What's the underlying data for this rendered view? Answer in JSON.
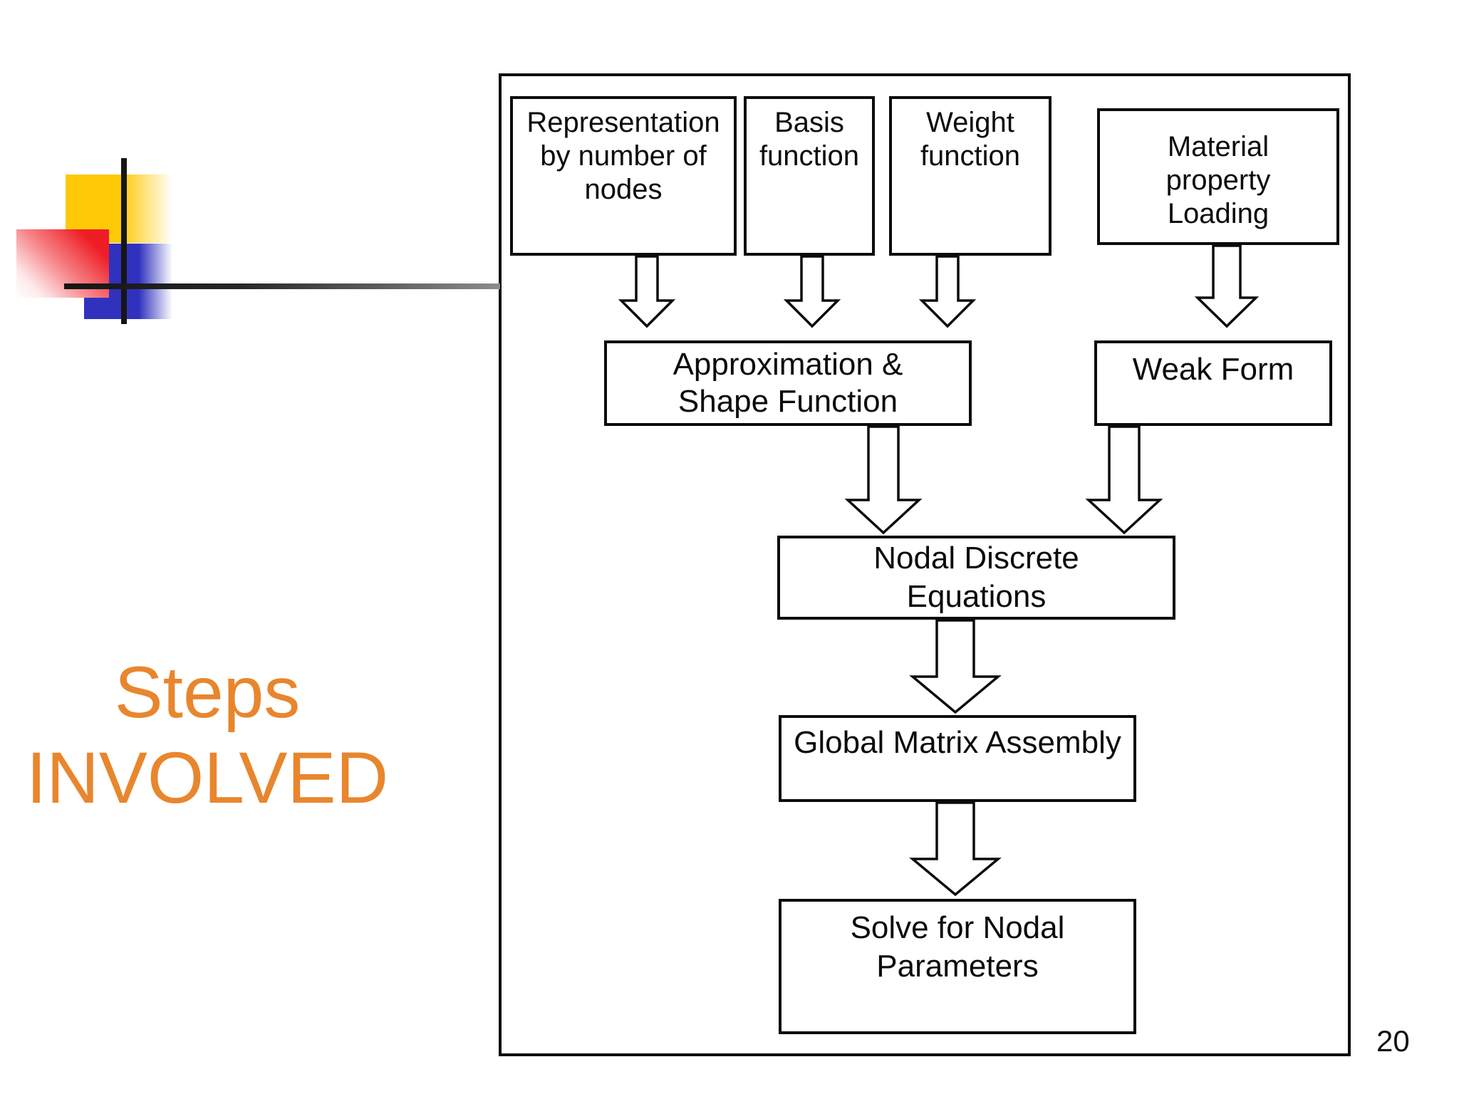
{
  "slide": {
    "title_lines": [
      "Steps",
      "INVOLVED"
    ],
    "page_number": "20"
  },
  "colors": {
    "title_orange": "#E8862D",
    "deco_yellow": "#FFC908",
    "deco_red": "#EE1C25",
    "deco_blue": "#3032BE",
    "diagram_line": "#0B0B0B"
  },
  "diagram": {
    "nodes": [
      {
        "id": "representation-by-number-of-nodes",
        "lines": [
          "Representation",
          "by number of",
          "nodes"
        ]
      },
      {
        "id": "basis-function",
        "lines": [
          "Basis",
          "function"
        ]
      },
      {
        "id": "weight-function",
        "lines": [
          "Weight",
          "function"
        ]
      },
      {
        "id": "material-property-loading",
        "lines": [
          "Material",
          "property",
          "Loading"
        ]
      },
      {
        "id": "approximation-shape-function",
        "lines": [
          "Approximation &",
          "Shape Function"
        ]
      },
      {
        "id": "weak-form",
        "lines": [
          "Weak Form"
        ]
      },
      {
        "id": "nodal-discrete-equations",
        "lines": [
          "Nodal Discrete",
          "Equations"
        ]
      },
      {
        "id": "global-matrix-assembly",
        "lines": [
          "Global Matrix Assembly"
        ]
      },
      {
        "id": "solve-for-nodal-parameters",
        "lines": [
          "Solve for Nodal",
          "Parameters"
        ]
      }
    ],
    "flows": [
      {
        "from": "representation-by-number-of-nodes",
        "to": "approximation-shape-function"
      },
      {
        "from": "basis-function",
        "to": "approximation-shape-function"
      },
      {
        "from": "weight-function",
        "to": "approximation-shape-function"
      },
      {
        "from": "material-property-loading",
        "to": "weak-form"
      },
      {
        "from": "approximation-shape-function",
        "to": "nodal-discrete-equations"
      },
      {
        "from": "weak-form",
        "to": "nodal-discrete-equations"
      },
      {
        "from": "nodal-discrete-equations",
        "to": "global-matrix-assembly"
      },
      {
        "from": "global-matrix-assembly",
        "to": "solve-for-nodal-parameters"
      }
    ]
  }
}
